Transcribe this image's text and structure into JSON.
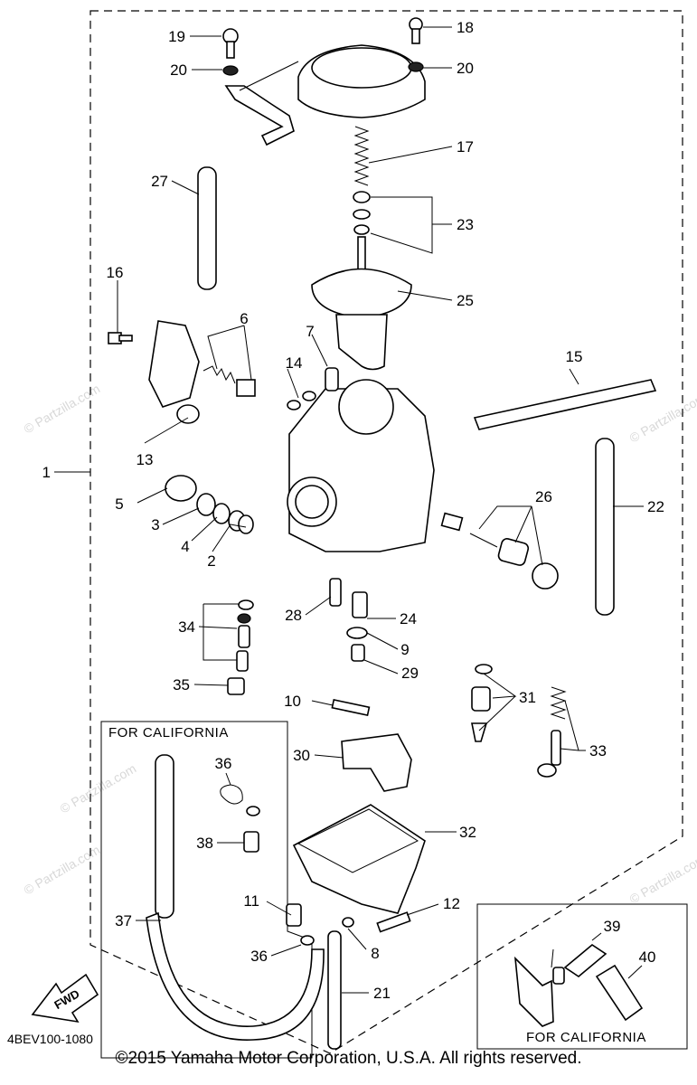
{
  "diagram": {
    "callouts": [
      "1",
      "2",
      "3",
      "4",
      "5",
      "6",
      "7",
      "8",
      "9",
      "10",
      "11",
      "12",
      "13",
      "14",
      "15",
      "16",
      "17",
      "18",
      "19",
      "20",
      "20",
      "21",
      "22",
      "23",
      "24",
      "25",
      "26",
      "27",
      "28",
      "29",
      "30",
      "31",
      "32",
      "33",
      "34",
      "35",
      "36",
      "36",
      "37",
      "38",
      "39",
      "40"
    ],
    "boxes": {
      "california_left": "FOR CALIFORNIA",
      "california_right": "FOR CALIFORNIA"
    },
    "fwd_label": "FWD",
    "diagram_code": "4BEV100-1080",
    "watermark": "© Partzilla.com",
    "copyright": "©2015 Yamaha Motor Corporation, U.S.A. All rights reserved."
  }
}
